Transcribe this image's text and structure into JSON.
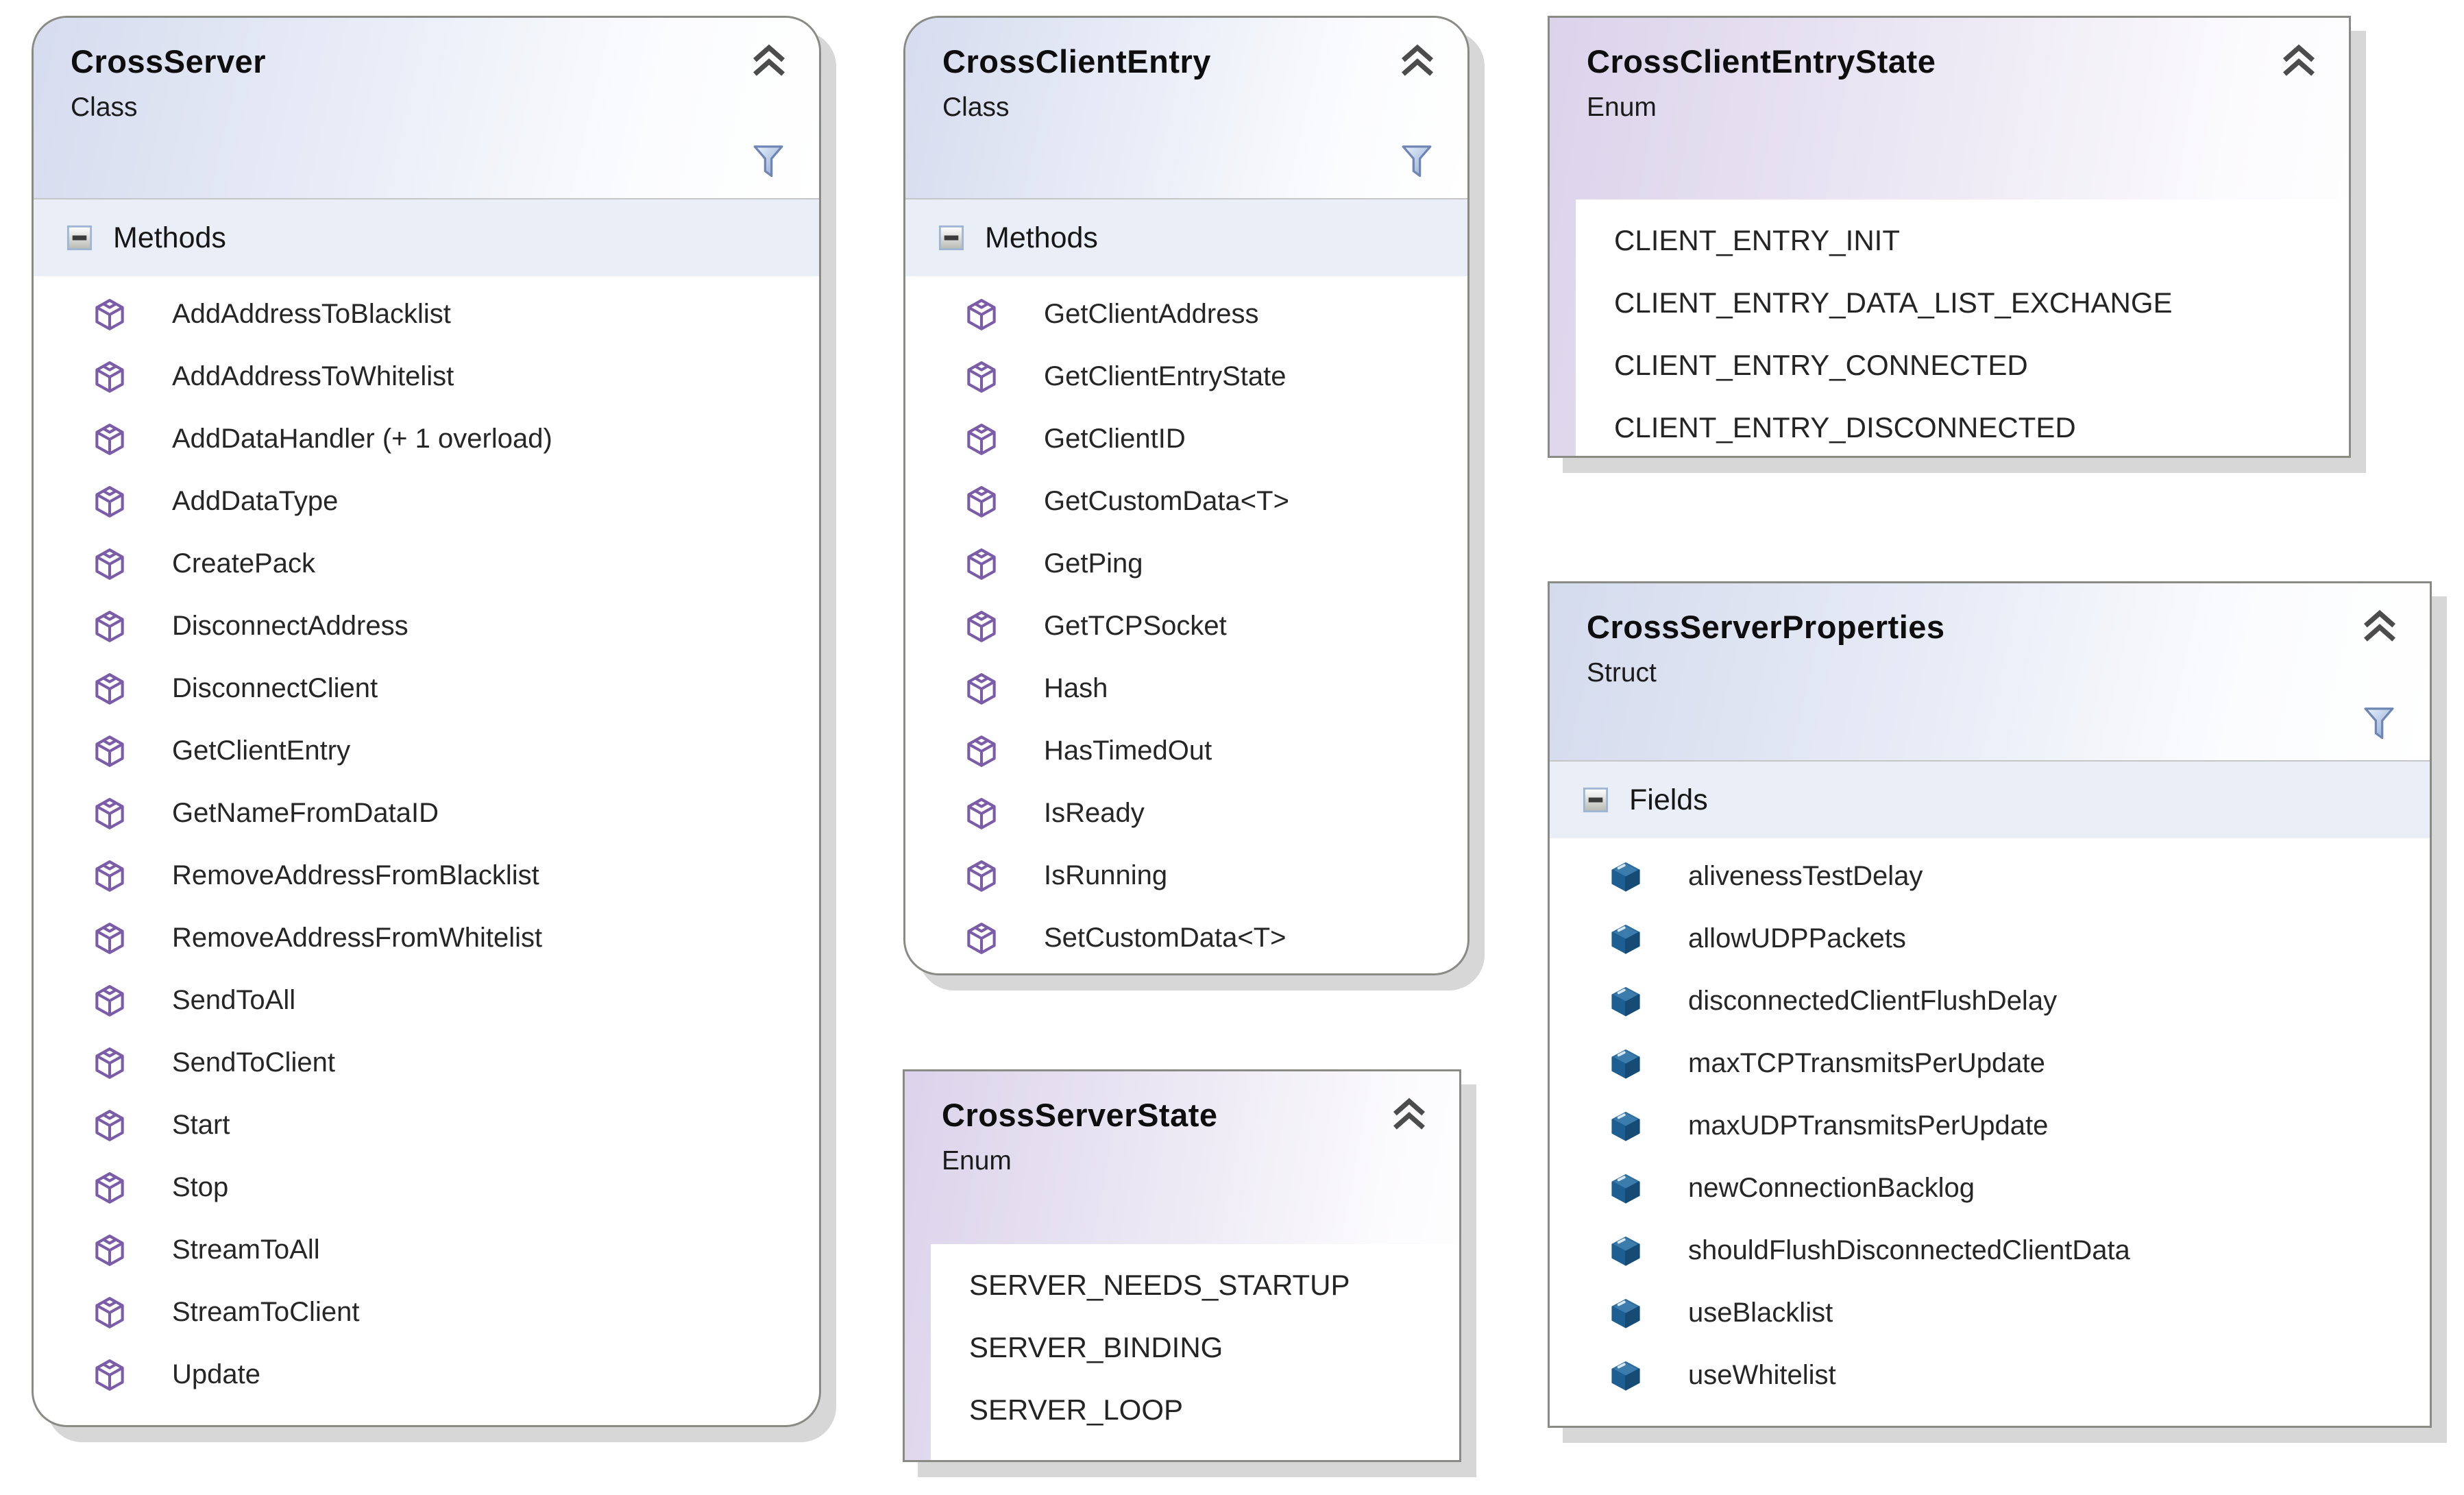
{
  "cards": {
    "cross_server": {
      "title": "CrossServer",
      "kind": "Class",
      "section_label": "Methods",
      "methods": [
        "AddAddressToBlacklist",
        "AddAddressToWhitelist",
        "AddDataHandler (+ 1 overload)",
        "AddDataType",
        "CreatePack",
        "DisconnectAddress",
        "DisconnectClient",
        "GetClientEntry",
        "GetNameFromDataID",
        "RemoveAddressFromBlacklist",
        "RemoveAddressFromWhitelist",
        "SendToAll",
        "SendToClient",
        "Start",
        "Stop",
        "StreamToAll",
        "StreamToClient",
        "Update"
      ]
    },
    "cross_client_entry": {
      "title": "CrossClientEntry",
      "kind": "Class",
      "section_label": "Methods",
      "methods": [
        "GetClientAddress",
        "GetClientEntryState",
        "GetClientID",
        "GetCustomData<T>",
        "GetPing",
        "GetTCPSocket",
        "Hash",
        "HasTimedOut",
        "IsReady",
        "IsRunning",
        "SetCustomData<T>"
      ]
    },
    "cross_client_entry_state": {
      "title": "CrossClientEntryState",
      "kind": "Enum",
      "members": [
        "CLIENT_ENTRY_INIT",
        "CLIENT_ENTRY_DATA_LIST_EXCHANGE",
        "CLIENT_ENTRY_CONNECTED",
        "CLIENT_ENTRY_DISCONNECTED"
      ]
    },
    "cross_server_state": {
      "title": "CrossServerState",
      "kind": "Enum",
      "members": [
        "SERVER_NEEDS_STARTUP",
        "SERVER_BINDING",
        "SERVER_LOOP"
      ]
    },
    "cross_server_properties": {
      "title": "CrossServerProperties",
      "kind": "Struct",
      "section_label": "Fields",
      "fields": [
        "alivenessTestDelay",
        "allowUDPPackets",
        "disconnectedClientFlushDelay",
        "maxTCPTransmitsPerUpdate",
        "maxUDPTransmitsPerUpdate",
        "newConnectionBacklog",
        "shouldFlushDisconnectedClientData",
        "useBlacklist",
        "useWhitelist"
      ]
    }
  },
  "icons": {
    "collapse": "chevron-double-up",
    "filter": "funnel",
    "section_toggle": "minus-box",
    "method": "purple-cube-outline",
    "field": "blue-cube-solid"
  },
  "colors": {
    "class_header_start": "#d6dcef",
    "enum_header_start": "#dbd3eb",
    "struct_header_start": "#d4dbed",
    "section_band": "#e9eef7",
    "card_border": "#8b8b85",
    "shadow": "#d7d7d7",
    "method_icon": "#7a5ca8",
    "field_icon_dark": "#1d5f92",
    "field_icon_light": "#3b7cad",
    "filter_icon_stroke": "#6f86b4",
    "text": "#262626"
  }
}
